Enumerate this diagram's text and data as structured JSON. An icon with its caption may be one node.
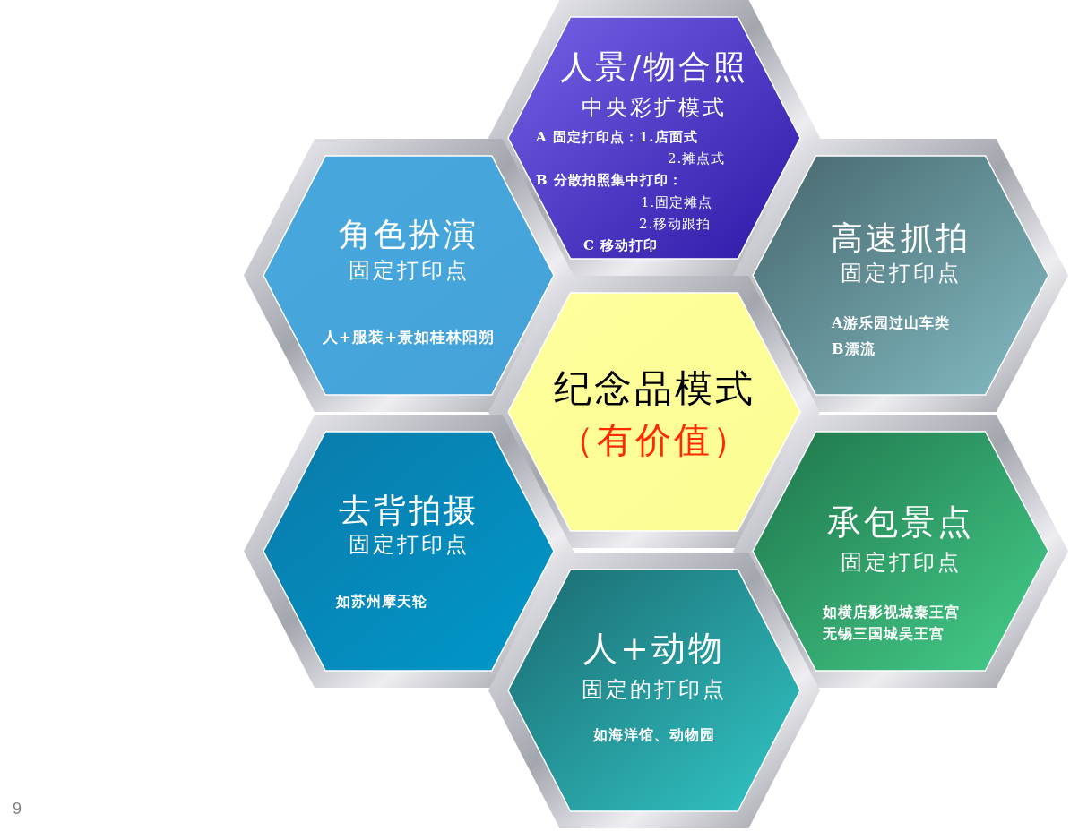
{
  "diagram": {
    "nodes": [
      {
        "text": [
          "人景/物合照",
          "中央彩扩模式",
          "A 固定打印点：1.店面式",
          "2.摊点式",
          "B 分散拍照集中打印：",
          "1.固定摊点",
          "2.移动跟拍",
          "C 移动打印"
        ]
      },
      {
        "text": [
          "角色扮演",
          "固定打印点",
          "人+服装+景如桂林阳朔"
        ]
      },
      {
        "text": [
          "高速抓拍",
          "固定打印点",
          "A游乐园过山车类",
          "B漂流"
        ]
      },
      {
        "text": [
          "纪念品模式",
          "（有价值）"
        ]
      },
      {
        "text": [
          "去背拍摄",
          "固定打印点",
          "如苏州摩天轮"
        ]
      },
      {
        "text": [
          "承包景点",
          "固定打印点",
          "如横店影视城秦王宫",
          "无锡三国城吴王宫"
        ]
      },
      {
        "text": [
          "人+动物",
          "固定的打印点",
          "如海洋馆、动物园"
        ]
      }
    ],
    "edges": [],
    "labels": [
      "9"
    ]
  }
}
